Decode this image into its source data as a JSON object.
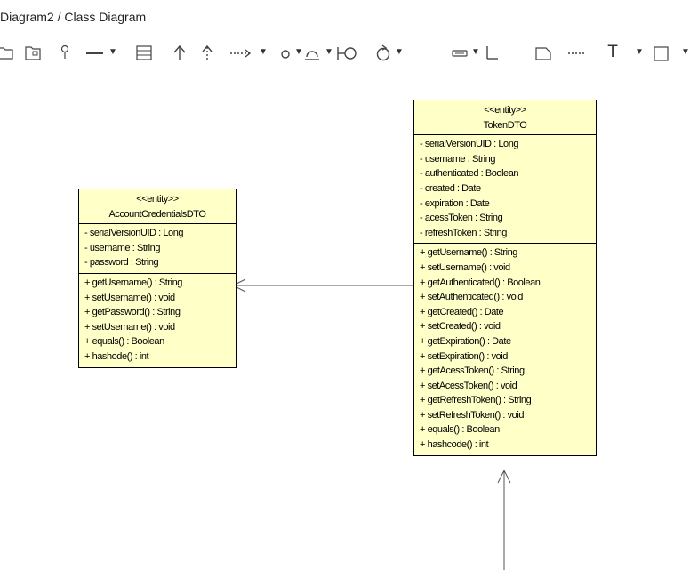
{
  "breadcrumb": "Diagram2 / Class Diagram",
  "toolbar": {
    "items": [
      {
        "name": "package-icon"
      },
      {
        "name": "subsystem-icon"
      },
      {
        "name": "pin-icon"
      },
      {
        "name": "association-line-icon"
      },
      {
        "name": "class-icon"
      },
      {
        "name": "generalization-arrow-icon"
      },
      {
        "name": "realization-arrow-icon"
      },
      {
        "name": "dependency-arrow-icon"
      },
      {
        "name": "interface-circle-icon"
      },
      {
        "name": "required-interface-icon"
      },
      {
        "name": "provided-interface-icon"
      },
      {
        "name": "control-icon"
      },
      {
        "name": "boundary-icon"
      },
      {
        "name": "anchor-icon"
      },
      {
        "name": "note-icon"
      },
      {
        "name": "note-link-icon"
      },
      {
        "name": "text-icon"
      },
      {
        "name": "rectangle-icon"
      }
    ],
    "text_tool_glyph": "T"
  },
  "classes": {
    "account": {
      "stereotype": "<<entity>>",
      "name": "AccountCredentialsDTO",
      "attributes": [
        "- serialVersionUID : Long",
        "- username : String",
        "- password : String"
      ],
      "operations": [
        "+ getUsername() : String",
        "+ setUsername() : void",
        "+ getPassword() : String",
        "+ setUsername() : void",
        "+ equals() : Boolean",
        "+ hashode() : int"
      ]
    },
    "token": {
      "stereotype": "<<entity>>",
      "name": "TokenDTO",
      "attributes": [
        "- serialVersionUID : Long",
        "- username : String",
        "- authenticated : Boolean",
        "- created : Date",
        "- expiration : Date",
        "- acessToken : String",
        "- refreshToken : String"
      ],
      "operations": [
        "+ getUsername() : String",
        "+ setUsername() : void",
        "+ getAuthenticated() : Boolean",
        "+ setAuthenticated() : void",
        "+ getCreated() : Date",
        "+ setCreated() : void",
        "+ getExpiration() : Date",
        "+ setExpiration() : void",
        "+ getAcessToken() : String",
        "+ setAcessToken() : void",
        "+ getRefreshToken() : String",
        "+ setRefreshToken() : void",
        "+ equals() : Boolean",
        "+ hashcode() : int"
      ]
    }
  },
  "colors": {
    "class_fill": "#ffffc8",
    "line": "#555555"
  }
}
